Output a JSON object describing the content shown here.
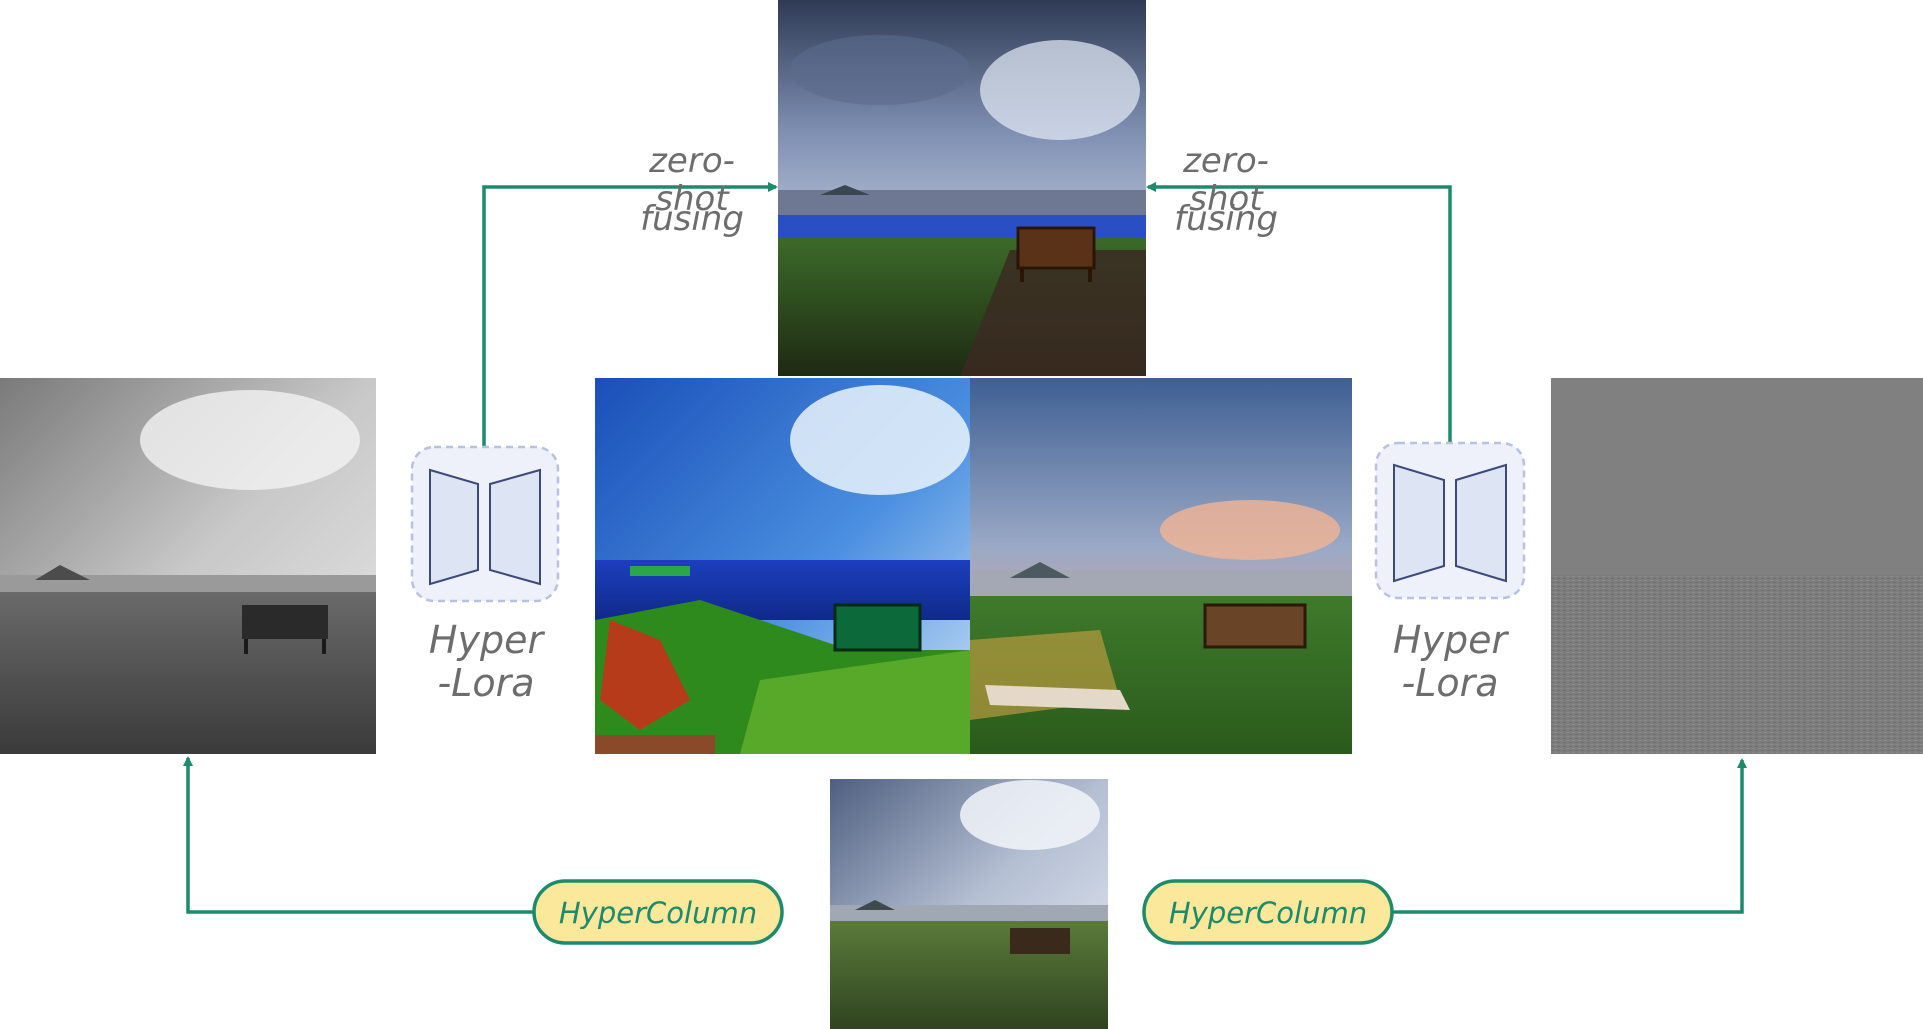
{
  "colors": {
    "arrow": "#1c8a6c",
    "pill_fill": "#fbe89a",
    "pill_stroke": "#1c8a6c",
    "module_fill": "#eef1fa",
    "module_stroke": "#b8c2e0",
    "module_icon": "#dde4f4",
    "module_icon_stroke": "#3b4a7a",
    "label_gray": "#6d6d6d"
  },
  "labels": {
    "zero_shot_left_line1": "zero-",
    "zero_shot_left_line2": "shot",
    "zero_shot_left_line3": "fusing",
    "zero_shot_right_line1": "zero-",
    "zero_shot_right_line2": "shot",
    "zero_shot_right_line3": "fusing",
    "hyper_lora_left_line1": "Hyper",
    "hyper_lora_left_line2": "-Lora",
    "hyper_lora_right_line1": "Hyper",
    "hyper_lora_right_line2": "-Lora",
    "hypercolumn_left": "HyperColumn",
    "hypercolumn_right": "HyperColumn"
  },
  "images": {
    "top": "fused-painting-icon",
    "left": "grayscale-structure-icon",
    "right": "gray-texture-map-icon",
    "center_left": "blue-stylized-painting-icon",
    "center_right": "warm-stylized-painting-icon",
    "bottom": "source-photo-icon"
  }
}
